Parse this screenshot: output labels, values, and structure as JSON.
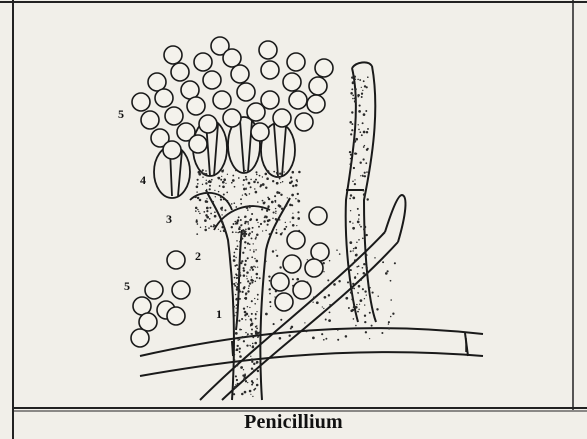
{
  "figure": {
    "caption": "Penicillium",
    "part_labels": [
      "1",
      "2",
      "3",
      "4",
      "5",
      "5"
    ]
  }
}
